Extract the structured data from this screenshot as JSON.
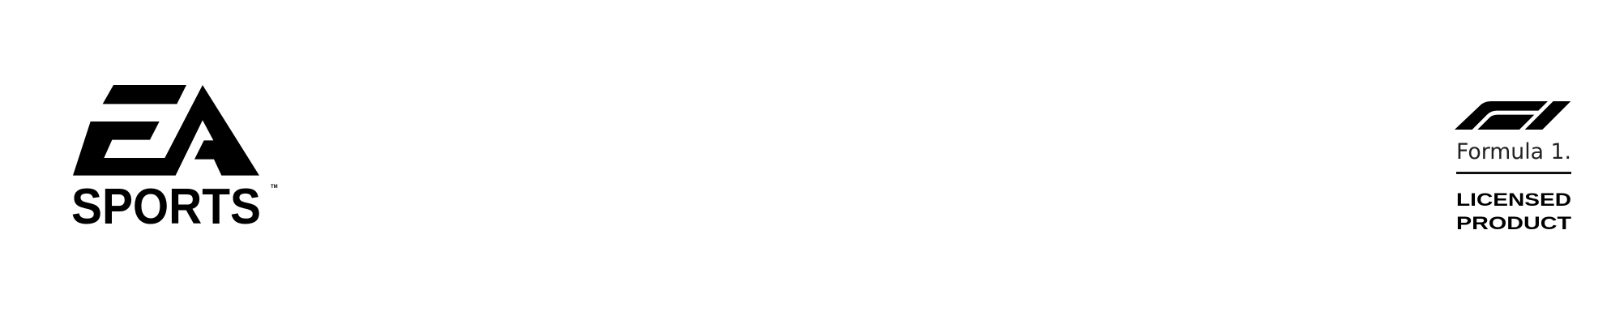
{
  "logos": {
    "left": {
      "name": "EA SPORTS",
      "wordmark": "SPORTS",
      "trademark": "TM"
    },
    "right": {
      "wordmark": "Formula 1.",
      "line1": "LICENSED",
      "line2": "PRODUCT"
    }
  },
  "colors": {
    "background": "#ffffff",
    "logo": "#000000"
  }
}
